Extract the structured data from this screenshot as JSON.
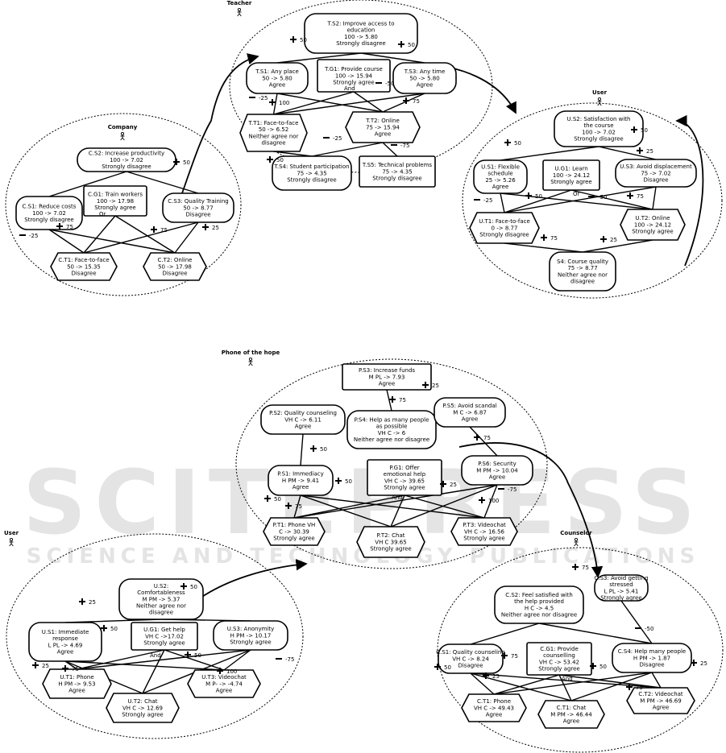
{
  "watermark": {
    "line1": "SCITEPRESS",
    "line2": "SCIENCE AND TECHNOLOGY PUBLICATIONS"
  },
  "actors": {
    "teacher": "Teacher",
    "company": "Company",
    "user_top": "User",
    "phone_of_hope": "Phone of the hope",
    "user_bottom": "User",
    "counselor": "Counselor"
  },
  "nodes": {
    "TS2": [
      "T.S2: Improve access to",
      "education",
      "100 -> 5.80",
      "Strongly disagree"
    ],
    "TS1": [
      "T.S1: Any place",
      "50 -> 5.80",
      "Agree"
    ],
    "TG1": [
      "T.G1: Provide course",
      "100 -> 15.94",
      "Strongly agree"
    ],
    "TS3": [
      "T.S3: Any time",
      "50 -> 5.80",
      "Agree"
    ],
    "TT1": [
      "T.T1: Face-to-face",
      "50 -> 6.52",
      "Neither agree nor",
      "disagree"
    ],
    "TT2": [
      "T.T2: Online",
      "75 -> 15.94",
      "Agree"
    ],
    "TS4": [
      "T.S4: Student participation",
      "75 -> 4.35",
      "Strongly disagree"
    ],
    "TS5": [
      "T.S5: Technical problems",
      "75 -> 4.35",
      "Strongly disagree"
    ],
    "CS2": [
      "C.S2: Increase productivity",
      "100 -> 7.02",
      "Strongly disagree"
    ],
    "CS1": [
      "C.S1: Reduce costs",
      "100 -> 7.02",
      "Strongly disagree"
    ],
    "CG1": [
      "C.G1: Train workers",
      "100 -> 17.98",
      "Strongly agree"
    ],
    "CS3": [
      "C.S3: Quality Training",
      "50 -> 8.77",
      "Disagree"
    ],
    "CT1": [
      "C.T1: Face-to-face",
      "50 -> 15.35",
      "Disagree"
    ],
    "CT2": [
      "C.T2: Online",
      "50 -> 17.98",
      "Disagree"
    ],
    "US2": [
      "U.S2: Satisfaction with",
      "the course",
      "100 -> 7.02",
      "Strongly disagree"
    ],
    "US1": [
      "U.S1: Flexible",
      "schedule",
      "25 -> 5.26",
      "Agree"
    ],
    "UG1": [
      "U.G1: Learn",
      "100 -> 24.12",
      "Strongly agree"
    ],
    "US3": [
      "U.S3: Avoid displacement",
      "75 -> 7.02",
      "Disagree"
    ],
    "UT1": [
      "U.T1: Face-to-face",
      "0 -> 8.77",
      "Strongly disagree"
    ],
    "UT2": [
      "U.T2: Online",
      "100 -> 24.12",
      "Strongly agree"
    ],
    "US4": [
      "S4: Course quality",
      "75 -> 8.77",
      "Neither agree nor",
      "disagree"
    ],
    "PS3": [
      "P.S3: Increase funds",
      "M PL -> 7.93",
      "Agree"
    ],
    "PS2": [
      "P.S2: Quality counseling",
      "VH C -> 6.11",
      "Agree"
    ],
    "PS4": [
      "P.S4: Help as many people",
      "as possible",
      "VH C -> 6",
      "Neither agree nor disagree"
    ],
    "PS5": [
      "P.S5: Avoid scandal",
      "M C -> 6.87",
      "Agree"
    ],
    "PS1": [
      "P.S1: Immediacy",
      "H PM -> 9.41",
      "Agree"
    ],
    "PG1": [
      "P.G1: Offer",
      "emotional help",
      "VH C -> 39.65",
      "Strongly agree"
    ],
    "PS6": [
      "P.S6: Security",
      "M PM -> 10.04",
      "Agree"
    ],
    "PT1": [
      "P.T1: Phone VH",
      "C -> 30.39",
      "Strongly agree"
    ],
    "PT2": [
      "P.T2: Chat",
      "VH C 39.65",
      "Strongly agree"
    ],
    "PT3": [
      "P.T3: Videochat",
      "VH C -> 16.56",
      "Strongly agree"
    ],
    "US2b": [
      "U.S2:",
      "Comfortableness",
      "M PM -> 5.37",
      "Neither agree nor",
      "disagree"
    ],
    "US1b": [
      "U.S1: Immediate",
      "response",
      "L PL -> 4.69",
      "Agree"
    ],
    "UG1b": [
      "U.G1: Get help",
      "VH C ->17.02",
      "Strongly agree"
    ],
    "US3b": [
      "U.S3: Anonymity",
      "H PM -> 10.17",
      "Strongly agree"
    ],
    "UT1b": [
      "U.T1: Phone",
      "H PM -> 9.53",
      "Agree"
    ],
    "UT2b": [
      "U.T2: Chat",
      "VH C -> 12.69",
      "Strongly agree"
    ],
    "UT3b": [
      "U.T3: Videochat",
      "M P- -> -4.74",
      "Agree"
    ],
    "CS3b": [
      "C.S3: Avoid getting",
      "stressed",
      "L PL -> 5.41",
      "Strongly agree"
    ],
    "CS2b": [
      "C.S2: Feel satisfied with",
      "the help provided",
      "H C -> 4.5",
      "Neither agree nor disagree"
    ],
    "CS1b": [
      "C.S1: Quality counseling",
      "VH C -> 8.24",
      "Disagree"
    ],
    "CG1b": [
      "C.G1: Provide",
      "counselling",
      "VH C -> 53.42",
      "Strongly agree"
    ],
    "CS4b": [
      "C.S4: Help many people",
      "H PM -> 1.87",
      "Disagree"
    ],
    "CT1b": [
      "C.T1: Phone",
      "VH C -> 49.43",
      "Agree"
    ],
    "CT1c": [
      "C.T1: Chat",
      "M PM -> 46.44",
      "Agree"
    ],
    "CT2b": [
      "C.T2: Videochat",
      "M PM -> 46.69",
      "Agree"
    ]
  },
  "links": {
    "t_50a": "50",
    "t_50b": "50",
    "t_m25": "-25",
    "t_100": "100",
    "t_m50": "-50",
    "t_75a": "75",
    "t_50c": "50",
    "t_m25b": "-25",
    "t_m75": "-75",
    "t_and": "And",
    "c_50": "50",
    "c_m25": "-25",
    "c_75a": "75",
    "c_75b": "75",
    "c_25": "25",
    "c_or": "Or",
    "u_50a": "50",
    "u_50b": "50",
    "u_25a": "25",
    "u_m25": "-25",
    "u_50c": "50",
    "u_m50": "-50",
    "u_75a": "75",
    "u_75b": "75",
    "u_25b": "25",
    "u_or": "Or",
    "p_25a": "25",
    "p_75a": "75",
    "p_50a": "50",
    "p_75b": "75",
    "p_50b": "50",
    "p_50c": "50",
    "p_75c": "75",
    "p_25b": "25",
    "p_m75": "-75",
    "p_100": "100",
    "p_and": "And",
    "ub_25": "25",
    "ub_50a": "50",
    "ub_50b": "50",
    "ub_50c": "50",
    "ub_75": "75",
    "ub_25b": "25",
    "ub_100": "100",
    "ub_m75": "-75",
    "ub_and": "And",
    "cb_75a": "75",
    "cb_m50": "-50",
    "cb_50a": "50",
    "cb_75b": "75",
    "cb_50b": "50",
    "cb_25a": "25",
    "cb_75c": "75",
    "cb_25b": "25",
    "cb_and": "And"
  }
}
